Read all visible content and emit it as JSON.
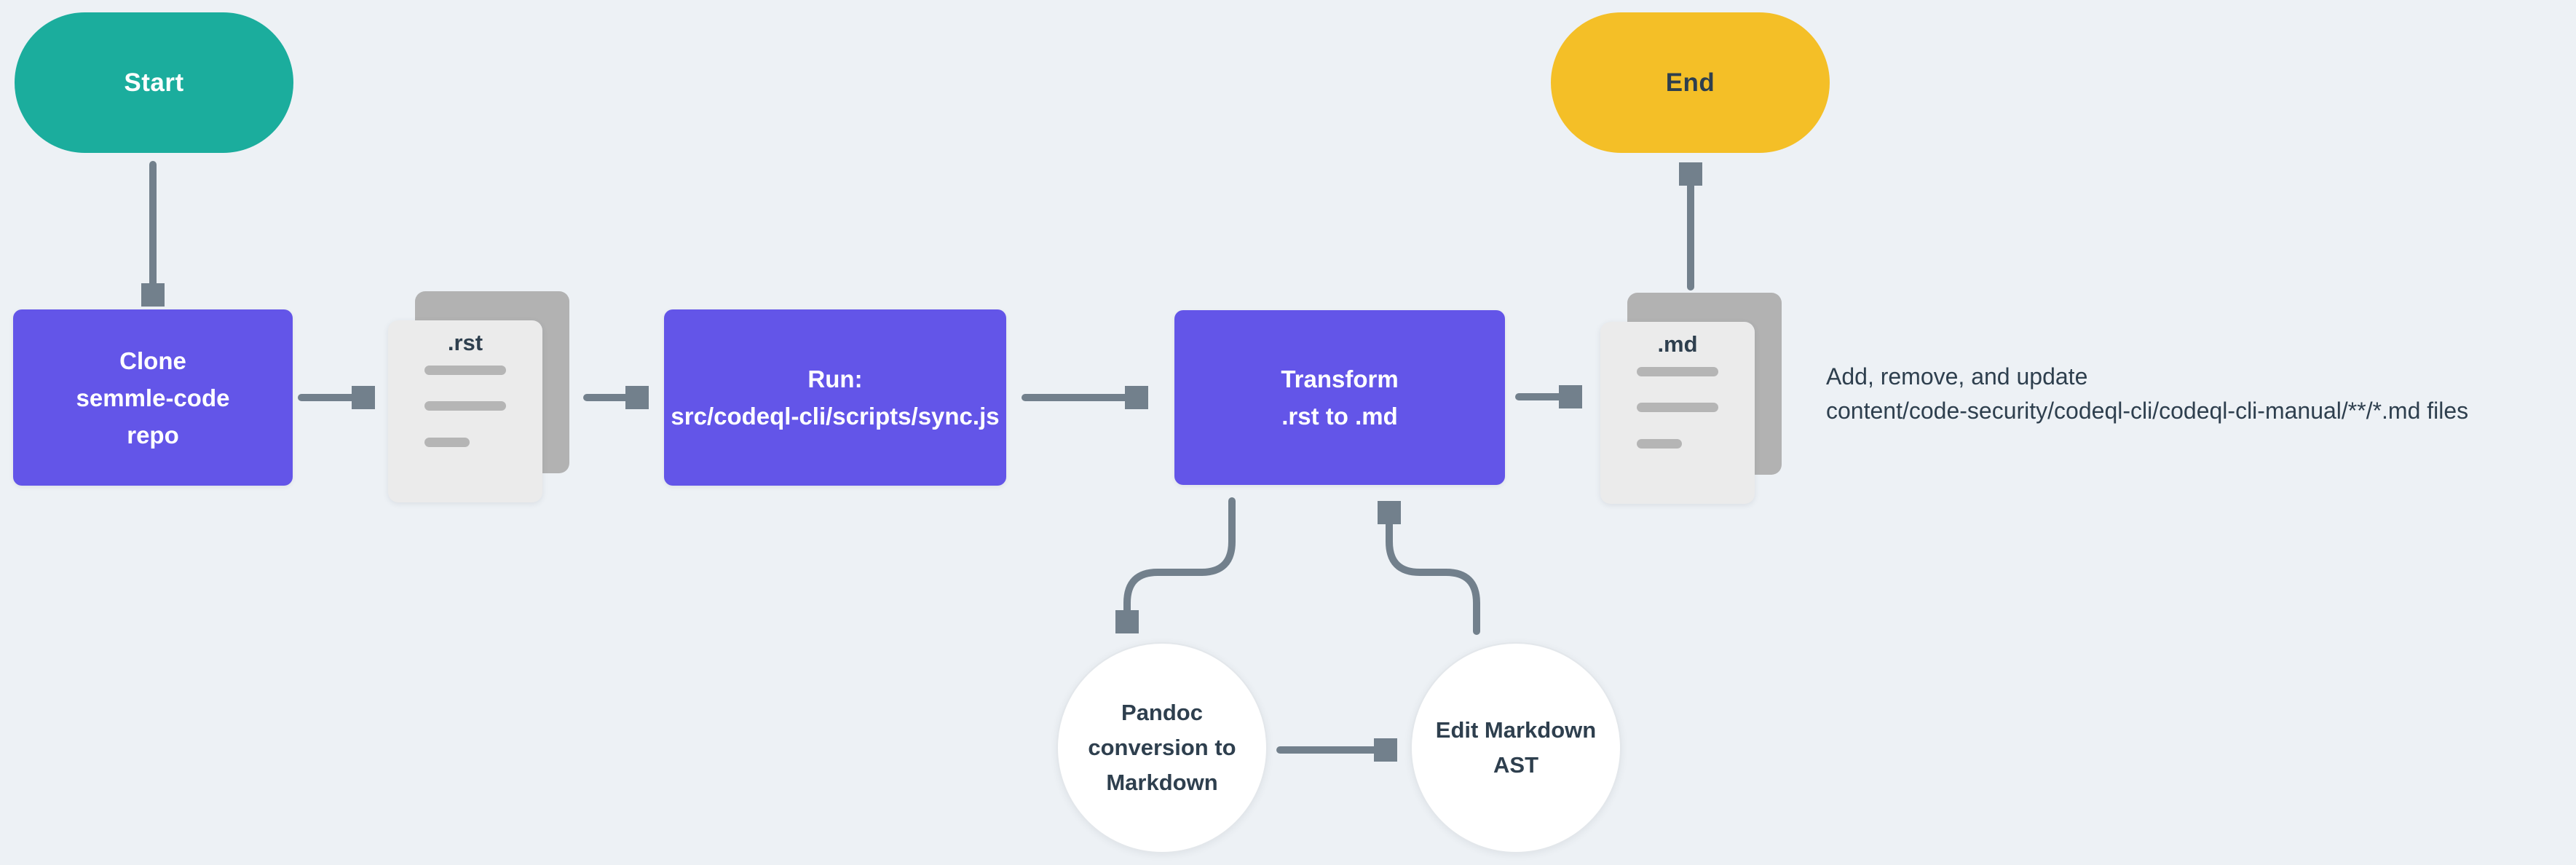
{
  "canvas": {
    "background": "#EDF1F5"
  },
  "colors": {
    "process_box": "#6355E8",
    "start_node": "#1BAD9D",
    "end_node": "#F4BF27",
    "arrow": "#72808C",
    "dark_text": "#2E3F4E",
    "doc_back_page": "#B2B2B2",
    "doc_front_page": "#EBEBEB",
    "doc_text_line": "#B5B5B5",
    "circle_fill": "#FFFFFF"
  },
  "nodes": {
    "start": {
      "label": "Start"
    },
    "clone": {
      "lines": [
        "Clone",
        "semmle-code",
        "repo"
      ]
    },
    "rst_doc": {
      "label": ".rst"
    },
    "run": {
      "lines": [
        "Run:",
        "src/codeql-cli/scripts/sync.js"
      ]
    },
    "transform": {
      "lines": [
        "Transform",
        ".rst to .md"
      ]
    },
    "md_doc": {
      "label": ".md"
    },
    "end": {
      "label": "End"
    },
    "pandoc": {
      "lines": [
        "Pandoc",
        "conversion to",
        "Markdown"
      ]
    },
    "edit_ast": {
      "lines": [
        "Edit Markdown",
        "AST"
      ]
    }
  },
  "annotation": {
    "lines": [
      "Add, remove, and update",
      "content/code-security/codeql-cli/codeql-cli-manual/**/*.md files"
    ]
  }
}
